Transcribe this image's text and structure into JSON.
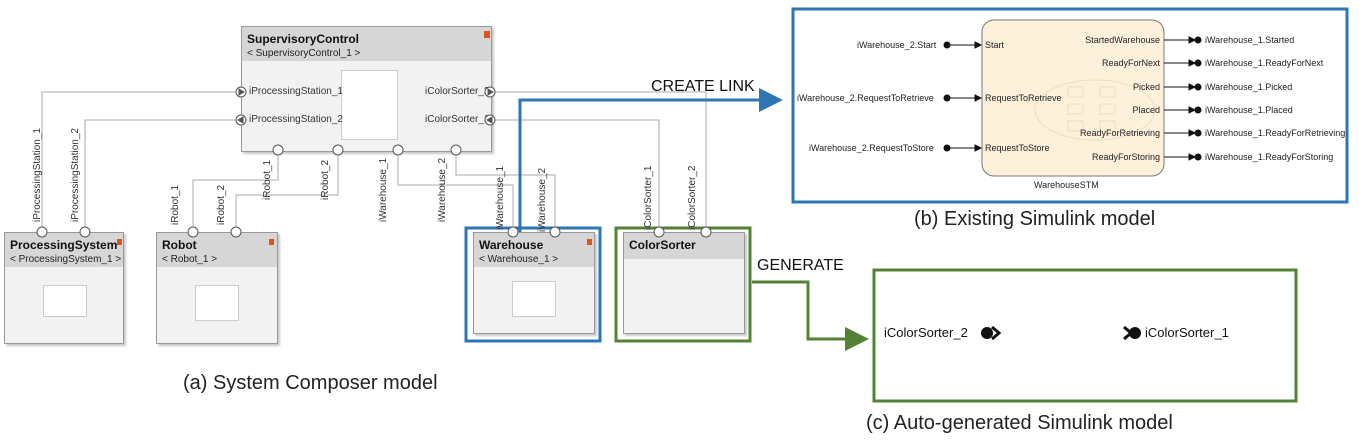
{
  "system_composer": {
    "supervisory": {
      "title": "SupervisoryControl",
      "subtitle": "< SupervisoryControl_1 >",
      "left_ports": [
        "iProcessingStation_1",
        "iProcessingStation_2"
      ],
      "right_ports": [
        "iColorSorter_2",
        "iColorSorter_1"
      ]
    },
    "processing": {
      "title": "ProcessingSystem",
      "subtitle": "< ProcessingSystem_1 >"
    },
    "robot": {
      "title": "Robot",
      "subtitle": "< Robot_1 >"
    },
    "warehouse": {
      "title": "Warehouse",
      "subtitle": "< Warehouse_1 >"
    },
    "colorsorter": {
      "title": "ColorSorter"
    },
    "connectors": [
      "iProcessingStation_1",
      "iProcessingStation_2",
      "iRobot_1",
      "iRobot_2",
      "iRobot_1",
      "iRobot_2",
      "iWarehouse_1",
      "iWarehouse_2",
      "iWarehouse_1",
      "iWarehouse_2",
      "iColorSorter_1",
      "iColorSorter_2"
    ]
  },
  "annotations": {
    "create_link": "CREATE LINK",
    "generate": "GENERATE"
  },
  "captions": {
    "a": "(a) System Composer model",
    "b": "(b) Existing Simulink model",
    "c": "(c) Auto-generated Simulink model"
  },
  "existing_model": {
    "chart_name": "WarehouseSTM",
    "inputs": [
      {
        "source": "iWarehouse_2.Start",
        "port": "Start"
      },
      {
        "source": "iWarehouse_2.RequestToRetrieve",
        "port": "RequestToRetrieve"
      },
      {
        "source": "iWarehouse_2.RequestToStore",
        "port": "RequestToStore"
      }
    ],
    "outputs": [
      {
        "port": "StartedWarehouse",
        "dest": "iWarehouse_1.Started"
      },
      {
        "port": "ReadyForNext",
        "dest": "iWarehouse_1.ReadyForNext"
      },
      {
        "port": "Picked",
        "dest": "iWarehouse_1.Picked"
      },
      {
        "port": "Placed",
        "dest": "iWarehouse_1.Placed"
      },
      {
        "port": "ReadyForRetrieving",
        "dest": "iWarehouse_1.ReadyForRetrieving"
      },
      {
        "port": "ReadyForStoring",
        "dest": "iWarehouse_1.ReadyForStoring"
      }
    ]
  },
  "generated_model": {
    "inport": "iColorSorter_2",
    "outport": "iColorSorter_1"
  },
  "colors": {
    "blue": "#2e75b6",
    "green": "#548235",
    "header": "#d6d6d6",
    "stateflow": "#fdf1dc"
  }
}
